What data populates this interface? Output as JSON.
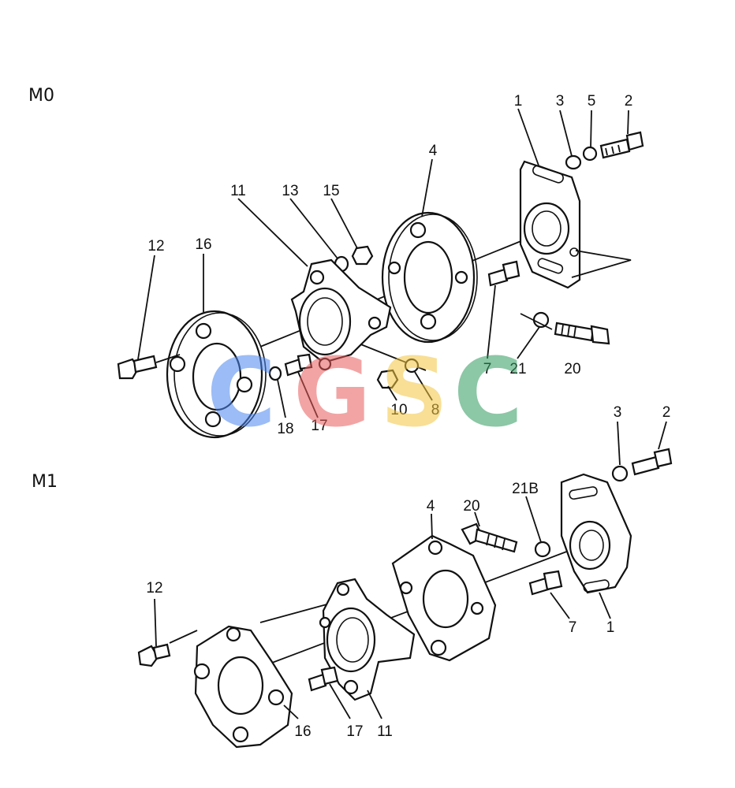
{
  "sections": {
    "m0": {
      "label": "M0"
    },
    "m1": {
      "label": "M1"
    }
  },
  "callouts": {
    "m0": {
      "p1": "1",
      "p3": "3",
      "p5": "5",
      "p2": "2",
      "p4": "4",
      "p11": "11",
      "p13": "13",
      "p15": "15",
      "p12": "12",
      "p16": "16",
      "p7": "7",
      "p21": "21",
      "p20": "20",
      "p18": "18",
      "p17": "17",
      "p10": "10",
      "p8": "8"
    },
    "m1": {
      "p3": "3",
      "p2": "2",
      "p21b": "21B",
      "p20": "20",
      "p4": "4",
      "p12": "12",
      "p7": "7",
      "p1": "1",
      "p16": "16",
      "p17": "17",
      "p11": "11"
    }
  },
  "watermark": {
    "letters": [
      "C",
      "G",
      "S",
      "C"
    ],
    "colors": [
      "#4a86f0",
      "#e85a5a",
      "#f3c640",
      "#2f9a5e"
    ]
  }
}
